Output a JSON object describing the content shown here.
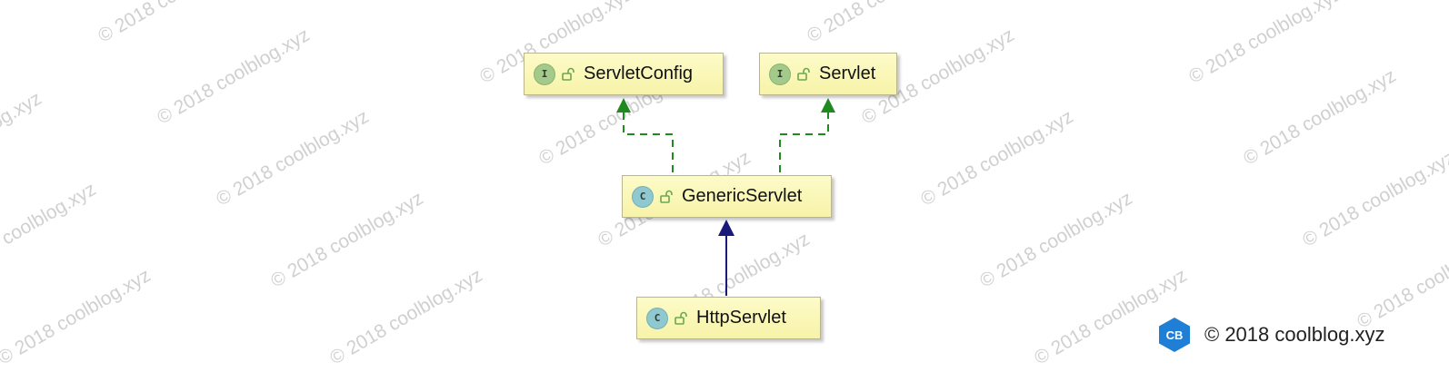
{
  "nodes": [
    {
      "id": "servletconfig",
      "label": "ServletConfig",
      "kind": "interface",
      "kind_letter": "I"
    },
    {
      "id": "servlet",
      "label": "Servlet",
      "kind": "interface",
      "kind_letter": "I"
    },
    {
      "id": "genericservlet",
      "label": "GenericServlet",
      "kind": "class",
      "kind_letter": "C"
    },
    {
      "id": "httpservlet",
      "label": "HttpServlet",
      "kind": "class",
      "kind_letter": "C"
    }
  ],
  "edges": [
    {
      "from": "genericservlet",
      "to": "servletconfig",
      "relation": "implements",
      "style": "dashed",
      "color": "#1f8a1f"
    },
    {
      "from": "genericservlet",
      "to": "servlet",
      "relation": "implements",
      "style": "dashed",
      "color": "#1f8a1f"
    },
    {
      "from": "httpservlet",
      "to": "genericservlet",
      "relation": "extends",
      "style": "solid",
      "color": "#1a1a7a"
    }
  ],
  "watermark": {
    "text": "© 2018 coolblog.xyz"
  },
  "logo": {
    "text": "CB",
    "color": "#1f7fd6"
  },
  "copyright": {
    "text": "© 2018 coolblog.xyz"
  },
  "colors": {
    "interface_badge": "#a3c98b",
    "class_badge": "#8fc8cf",
    "node_fill": "#fdfbc8",
    "implements_edge": "#1f8a1f",
    "extends_edge": "#1a1a7a"
  }
}
